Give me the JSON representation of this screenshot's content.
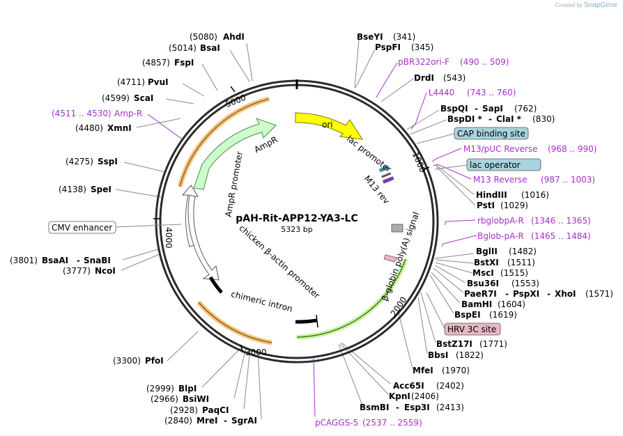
{
  "credit": {
    "prefix": "Created by",
    "brand": "SnapGene"
  },
  "plasmid": {
    "name": "pAH-Rit-APP12-YA3-LC",
    "size_label": "5323 bp"
  },
  "ticks": [
    "1000",
    "2000",
    "3000",
    "4000",
    "5000"
  ],
  "sites_left": [
    {
      "pos": "(5080)",
      "name": "AhdI"
    },
    {
      "pos": "(5014)",
      "name": "BsaI"
    },
    {
      "pos": "(4857)",
      "name": "FspI"
    },
    {
      "pos": "(4711)",
      "name": "PvuI"
    },
    {
      "pos": "(4599)",
      "name": "ScaI"
    },
    {
      "pos": "(4480)",
      "name": "XmnI"
    },
    {
      "pos": "(4275)",
      "name": "SspI"
    },
    {
      "pos": "(4138)",
      "name": "SpeI"
    },
    {
      "pos": "(3801)",
      "name": "BsaAI",
      "name2": "SnaBI"
    },
    {
      "pos": "(3777)",
      "name": "NcoI"
    },
    {
      "pos": "(3300)",
      "name": "PfoI"
    },
    {
      "pos": "(2999)",
      "name": "BlpI"
    },
    {
      "pos": "(2966)",
      "name": "BsiWI"
    },
    {
      "pos": "(2928)",
      "name": "PaqCI"
    },
    {
      "pos": "(2840)",
      "name": "MreI",
      "name2": "SgrAI"
    }
  ],
  "sites_right": [
    {
      "name": "BseYI",
      "pos": "(341)"
    },
    {
      "name": "PspFI",
      "pos": "(345)"
    },
    {
      "name": "DrdI",
      "pos": "(543)"
    },
    {
      "name": "BspQI",
      "name2": "SapI",
      "pos": "(762)"
    },
    {
      "name": "BspDI *",
      "name2": "ClaI *",
      "pos": "(830)"
    },
    {
      "name": "HindIII",
      "pos": "(1016)"
    },
    {
      "name": "PstI",
      "pos": "(1029)"
    },
    {
      "name": "BglII",
      "pos": "(1482)"
    },
    {
      "name": "BstXI",
      "pos": "(1511)"
    },
    {
      "name": "MscI",
      "pos": "(1515)"
    },
    {
      "name": "Bsu36I",
      "pos": "(1553)"
    },
    {
      "name": "PaeR7I",
      "name2": "PspXI",
      "name3": "XhoI",
      "pos": "(1571)"
    },
    {
      "name": "BamHI",
      "pos": "(1604)"
    },
    {
      "name": "BspEI",
      "pos": "(1619)"
    },
    {
      "name": "BstZ17I",
      "pos": "(1771)"
    },
    {
      "name": "BbsI",
      "pos": "(1822)"
    },
    {
      "name": "MfeI",
      "pos": "(1970)"
    },
    {
      "name": "Acc65I",
      "pos": "(2402)"
    },
    {
      "name": "KpnI",
      "pos": "(2406)"
    },
    {
      "name": "BsmBI",
      "name2": "Esp3I",
      "pos": "(2413)"
    }
  ],
  "primers": [
    {
      "name": "pBR322ori-F",
      "range": "(490 .. 509)"
    },
    {
      "name": "L4440",
      "range": "(743 .. 760)"
    },
    {
      "name": "M13/pUC Reverse",
      "range": "(968 .. 990)"
    },
    {
      "name": "M13 Reverse",
      "range": "(987 .. 1003)"
    },
    {
      "name": "rbglobpA-R",
      "range": "(1346 .. 1365)"
    },
    {
      "name": "Bglob-pA-R",
      "range": "(1465 .. 1484)"
    },
    {
      "name": "pCAGGS-5",
      "range": "(2537 .. 2559)"
    },
    {
      "name": "Amp-R",
      "range": "(4511 .. 4530)"
    }
  ],
  "boxed_features": [
    {
      "label": "CAP binding site"
    },
    {
      "label": "lac operator"
    },
    {
      "label": "HRV 3C site"
    },
    {
      "label": "CMV enhancer"
    }
  ],
  "features": {
    "ori": "ori",
    "ampr": "AmpR",
    "ampr_promoter": "AmpR promoter",
    "lac_promoter": "lac promoter",
    "m13_rev": "M13 rev",
    "cba_promoter": "chicken β-actin promoter",
    "chimeric_intron": "chimeric intron",
    "bglobin": "β-globin poly(A) signal"
  },
  "colors": {
    "primer": "#a52fc6",
    "ori_fill": "#ffff00",
    "ampr_fill": "#ccffcc",
    "box_blue": "#a9d3de",
    "box_pink": "#e6b8c4",
    "halo_orange": "#f5c27a",
    "halo_green": "#c8f0a0"
  }
}
